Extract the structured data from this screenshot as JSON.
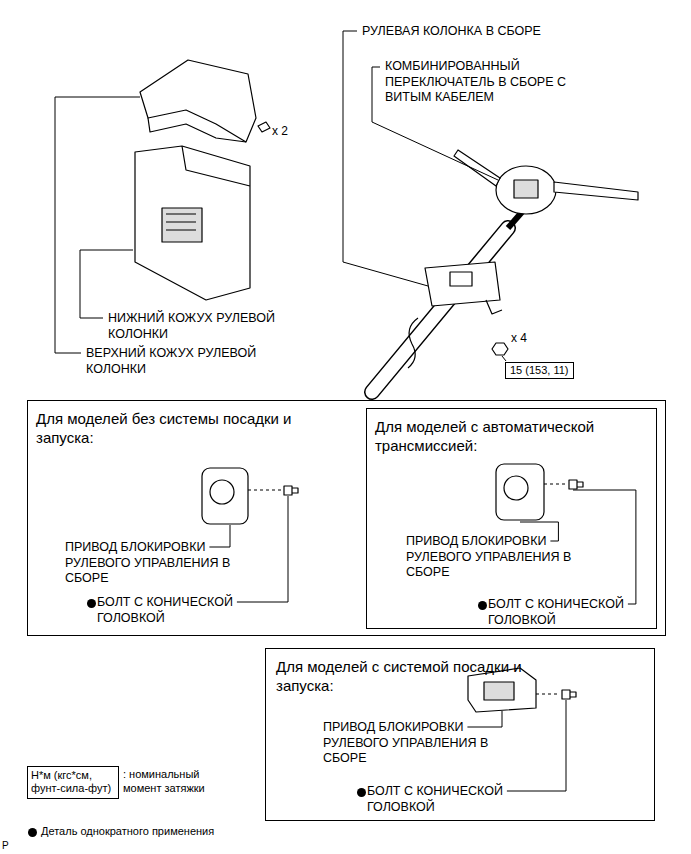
{
  "diagram": {
    "nodes": [
      {
        "text": [
          "15 (153, 11)"
        ]
      },
      {
        "text": [
          "Для моделей без системы посадки и запуска:",
          "ПРИВОД БЛОКИРОВКИ РУЛЕВОГО УПРАВЛЕНИЯ В СБОРЕ",
          "БОЛТ С КОНИЧЕСКОЙ ГОЛОВКОЙ"
        ]
      },
      {
        "text": [
          "Для моделей с автоматической трансмиссией:",
          "ПРИВОД БЛОКИРОВКИ РУЛЕВОГО УПРАВЛЕНИЯ В СБОРЕ",
          "БОЛТ С КОНИЧЕСКОЙ ГОЛОВКОЙ"
        ],
        "in": 1
      },
      {
        "text": [
          "Для моделей с системой посадки и запуска:",
          "ПРИВОД БЛОКИРОВКИ РУЛЕВОГО УПРАВЛЕНИЯ В СБОРЕ",
          "БОЛТ С КОНИЧЕСКОЙ ГОЛОВКОЙ"
        ]
      },
      {
        "text": [
          "Н*м (кгс*см, фунт-сила-фут)"
        ]
      }
    ],
    "labels": [
      "РУЛЕВАЯ КОЛОНКА В СБОРЕ",
      "КОМБИНИРОВАННЫЙ ПЕРЕКЛЮЧАТЕЛЬ В СБОРЕ С ВИТЫМ КАБЕЛЕМ",
      "x 2",
      "x 4",
      "НИЖНИЙ КОЖУХ РУЛЕВОЙ КОЛОНКИ",
      "ВЕРХНИЙ КОЖУХ РУЛЕВОЙ КОЛОНКИ",
      "P"
    ],
    "legend": [
      {
        "text": ": номинальный момент затяжки"
      },
      {
        "text": "Деталь однократного применения"
      }
    ]
  }
}
